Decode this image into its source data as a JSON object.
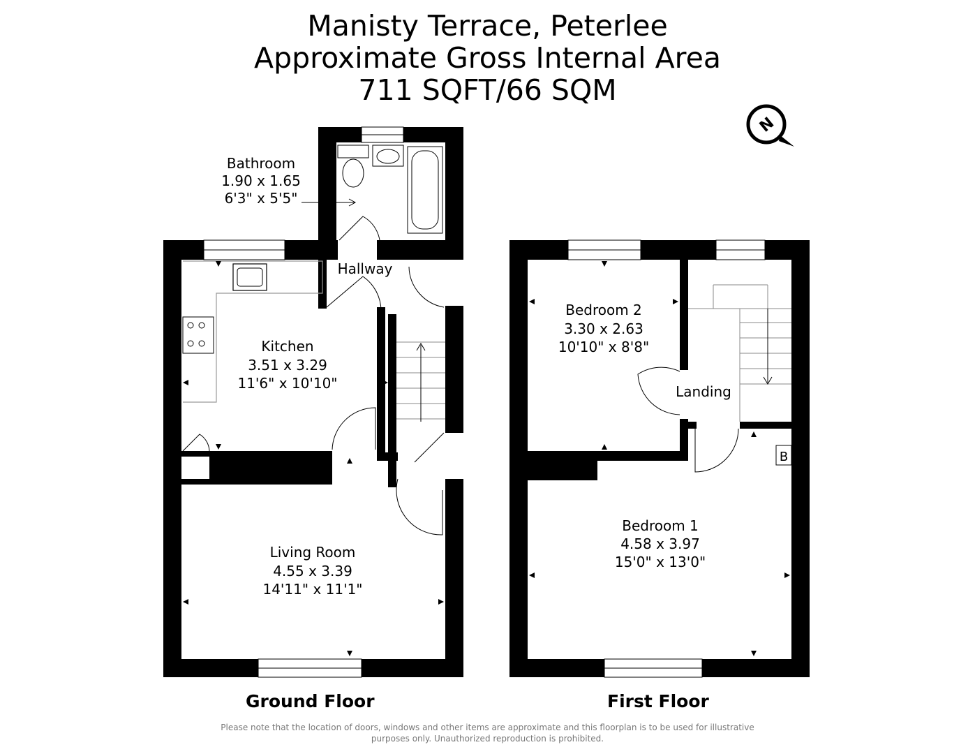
{
  "header": {
    "line1": "Manisty Terrace, Peterlee",
    "line2": "Approximate Gross Internal Area",
    "line3": "711 SQFT/66 SQM"
  },
  "compass": {
    "letter": "N"
  },
  "rooms": {
    "bathroom": {
      "name": "Bathroom",
      "metric": "1.90 x 1.65",
      "imperial": "6'3\" x 5'5\""
    },
    "hallway": {
      "name": "Hallway"
    },
    "kitchen": {
      "name": "Kitchen",
      "metric": "3.51 x 3.29",
      "imperial": "11'6\" x 10'10\""
    },
    "living_room": {
      "name": "Living Room",
      "metric": "4.55 x 3.39",
      "imperial": "14'11\" x 11'1\""
    },
    "bedroom2": {
      "name": "Bedroom 2",
      "metric": "3.30 x 2.63",
      "imperial": "10'10\" x 8'8\""
    },
    "landing": {
      "name": "Landing"
    },
    "bedroom1": {
      "name": "Bedroom 1",
      "metric": "4.58 x 3.97",
      "imperial": "15'0\" x 13'0\""
    },
    "boiler": {
      "label": "B"
    }
  },
  "floors": {
    "ground": "Ground Floor",
    "first": "First Floor"
  },
  "disclaimer": {
    "line1": "Please note that the location of doors, windows and other items are approximate and this floorplan is to be used for illustrative",
    "line2": "purposes only. Unauthorized reproduction is prohibited."
  }
}
